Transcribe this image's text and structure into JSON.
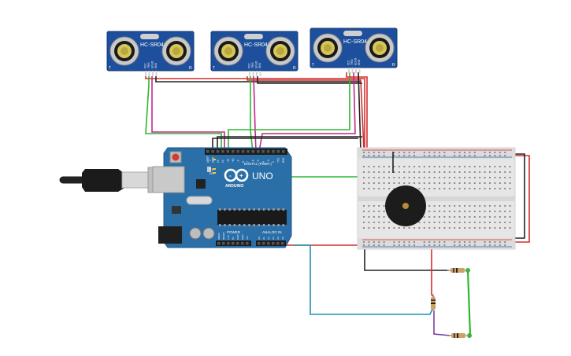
{
  "sensors": [
    {
      "label": "HC-SR04",
      "side_left": "T",
      "side_right": "R",
      "pins": [
        "VCC",
        "TRIG",
        "ECHO",
        "GND"
      ]
    },
    {
      "label": "HC-SR04",
      "side_left": "T",
      "side_right": "R",
      "pins": [
        "VCC",
        "TRIG",
        "ECHO",
        "GND"
      ]
    },
    {
      "label": "HC-SR04",
      "side_left": "T",
      "side_right": "R",
      "pins": [
        "VCC",
        "TRIG",
        "ECHO",
        "GND"
      ]
    }
  ],
  "arduino": {
    "model": "UNO",
    "brand": "ARDUINO",
    "digital_label": "DIGITAL (PWM~)",
    "power_label": "POWER",
    "analog_label": "ANALOG IN",
    "tx": "TX",
    "rx": "RX",
    "l_led": "L",
    "digital_pins": [
      "AREF",
      "GND",
      "13",
      "12",
      "~11",
      "~10",
      "~9",
      "8",
      "7",
      "~6",
      "~5",
      "4",
      "~3",
      "2",
      "TX1",
      "RX0"
    ],
    "power_pins": [
      "IOREF",
      "RESET",
      "3.3V",
      "5V",
      "GND",
      "GND",
      "Vin"
    ],
    "analog_pins": [
      "A0",
      "A1",
      "A2",
      "A3",
      "A4",
      "A5"
    ]
  },
  "wire_colors": {
    "red": "#d32f2f",
    "black": "#222222",
    "green": "#2eb82e",
    "magenta": "#c2278f",
    "teal": "#1f93b0",
    "purple": "#7a3fa0"
  }
}
